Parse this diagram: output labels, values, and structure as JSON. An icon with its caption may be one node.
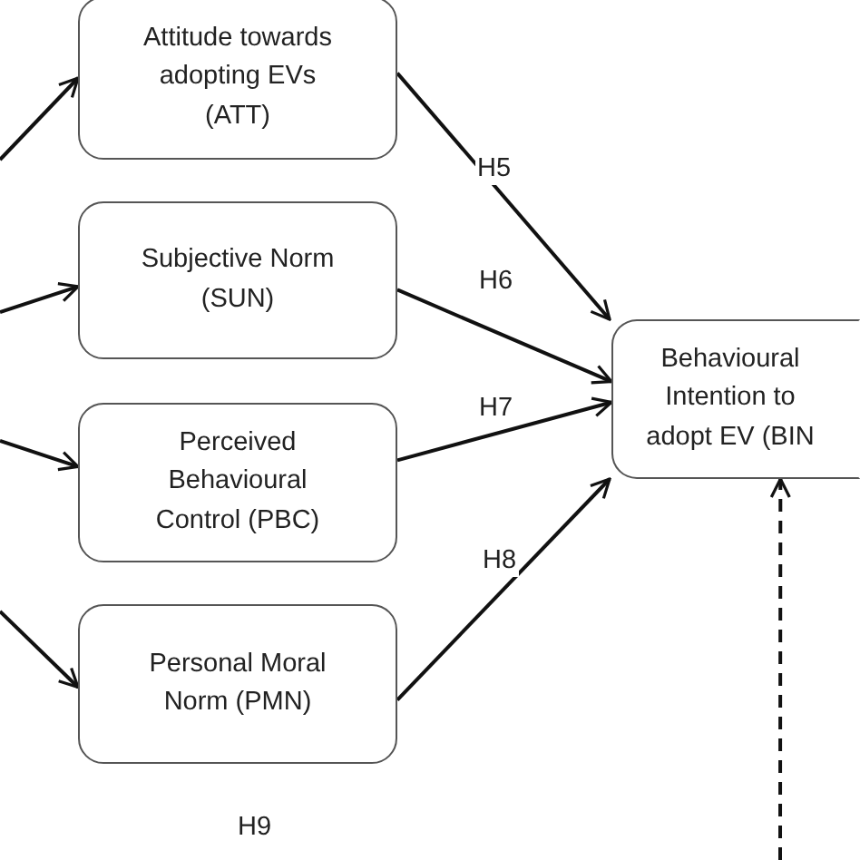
{
  "diagram": {
    "nodes": [
      {
        "text": [
          "Attitude towards adopting EVs (ATT)"
        ]
      },
      {
        "text": [
          "Subjective Norm (SUN)"
        ]
      },
      {
        "text": [
          "Perceived Behavioural Control (PBC)"
        ]
      },
      {
        "text": [
          "Personal Moral Norm (PMN)"
        ]
      },
      {
        "text": [
          "Behavioural Intention to adopt EV (BIN"
        ]
      }
    ],
    "edges": [
      {
        "from": null,
        "to": 0,
        "arrow": "to"
      },
      {
        "from": null,
        "to": 1,
        "arrow": "to"
      },
      {
        "from": null,
        "to": 2,
        "arrow": "to"
      },
      {
        "from": null,
        "to": 3,
        "arrow": "to"
      },
      {
        "from": 0,
        "to": 4,
        "arrow": "to",
        "label": "H5"
      },
      {
        "from": 1,
        "to": 4,
        "arrow": "to",
        "label": "H6"
      },
      {
        "from": 2,
        "to": 4,
        "arrow": "to",
        "label": "H7"
      },
      {
        "from": 3,
        "to": 4,
        "arrow": "to",
        "label": "H8"
      },
      {
        "from": null,
        "to": 4,
        "arrow": "to",
        "style": "dashed"
      }
    ],
    "labels": [
      "H9"
    ]
  }
}
